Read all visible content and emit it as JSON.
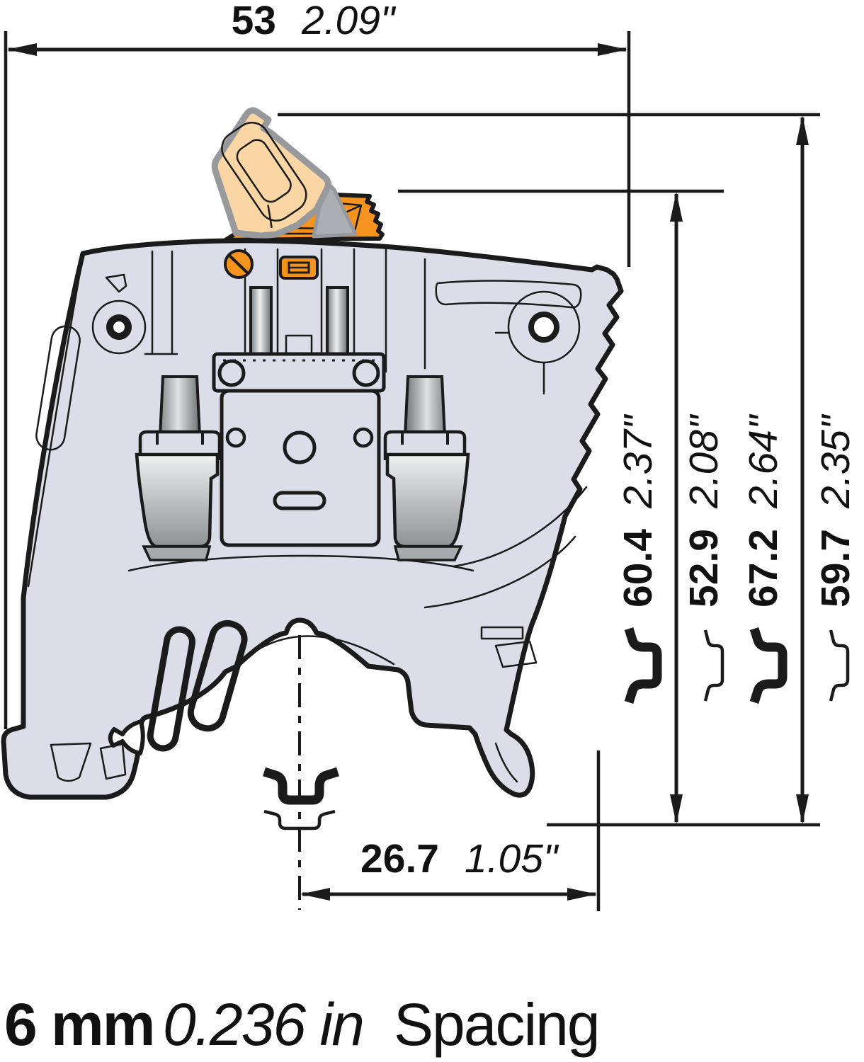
{
  "caption": {
    "metric": "6 mm",
    "imperial": "0.236 in",
    "suffix": "Spacing"
  },
  "dimensions": {
    "width_53": {
      "mm": "53",
      "inch": "2.09\""
    },
    "height_604": {
      "mm": "60.4",
      "inch": "2.37\""
    },
    "height_529": {
      "mm": "52.9",
      "inch": "2.08\""
    },
    "height_672": {
      "mm": "67.2",
      "inch": "2.64\""
    },
    "height_597": {
      "mm": "59.7",
      "inch": "2.35\""
    },
    "offset_267": {
      "mm": "26.7",
      "inch": "1.05\""
    }
  },
  "symbols": {
    "din_rail_deep": "din-rail-15mm-profile-icon",
    "din_rail_shallow": "din-rail-7_5mm-profile-icon"
  },
  "colors": {
    "body": "#DBDDE8",
    "outline": "#1b1b1b",
    "orange": "#F6921E",
    "lever_beige": "#F9D6A4",
    "lever_stroke": "#97999D",
    "metal_light": "#E9EBEB",
    "metal_dark": "#75797C",
    "white": "#FFFFFF"
  }
}
